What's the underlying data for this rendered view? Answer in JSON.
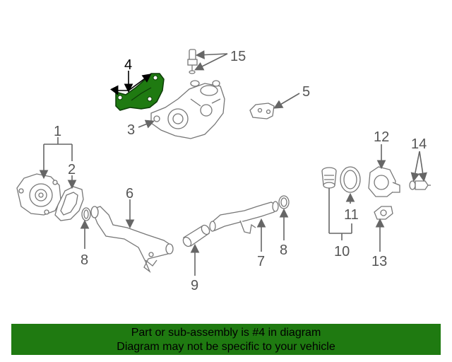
{
  "callouts": [
    "1",
    "2",
    "3",
    "4",
    "5",
    "6",
    "7",
    "8",
    "8",
    "9",
    "10",
    "11",
    "12",
    "13",
    "14",
    "15"
  ],
  "highlight": {
    "part": "4",
    "color": "#1f7a11"
  },
  "banner": {
    "line1": "Part or sub-assembly is #4 in diagram",
    "line2": "Diagram may not be specific to your vehicle",
    "color": "#1f7a11"
  }
}
